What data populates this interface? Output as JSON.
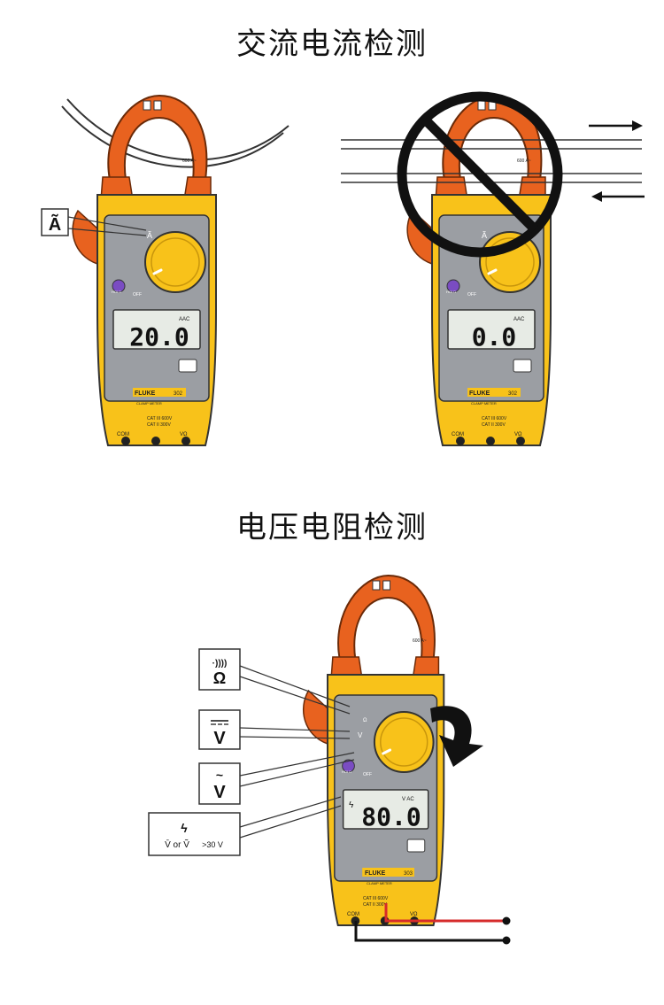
{
  "sections": {
    "ac_current": {
      "title": "交流电流检测"
    },
    "voltage_resistance": {
      "title": "电压电阻检测"
    }
  },
  "meter": {
    "brand": "FLUKE",
    "model": "302",
    "model_b": "303",
    "subtitle": "CLAMP METER",
    "cat_line1": "CAT III 600V",
    "cat_line2": "CAT II 300V",
    "jaw_cat": "CAT III 600V",
    "jaw_max": "600 A~",
    "hold_label": "HOLD",
    "off_label": "OFF",
    "com_label": "COM",
    "vohm_label": "VΩ"
  },
  "meter_left": {
    "reading": "20.0",
    "unit": "AAC"
  },
  "meter_right": {
    "reading": "0.0",
    "unit": "AAC"
  },
  "meter_bottom": {
    "reading": "80.0",
    "unit": "V AC"
  },
  "callouts": {
    "ac_amps": "Ã",
    "ohm_top": "·))))",
    "ohm": "Ω",
    "dc_volts": "V",
    "ac_volts": "V",
    "warning": ">30 V",
    "warning_symbols": "V̄ or Ṽ"
  },
  "colors": {
    "body_yellow": "#f8c21a",
    "jaw_orange": "#e8621f",
    "panel_gray": "#9b9ea3",
    "lcd": "#e7ebe5",
    "dial": "#f8c21a",
    "probe_red": "#d62b2b"
  }
}
